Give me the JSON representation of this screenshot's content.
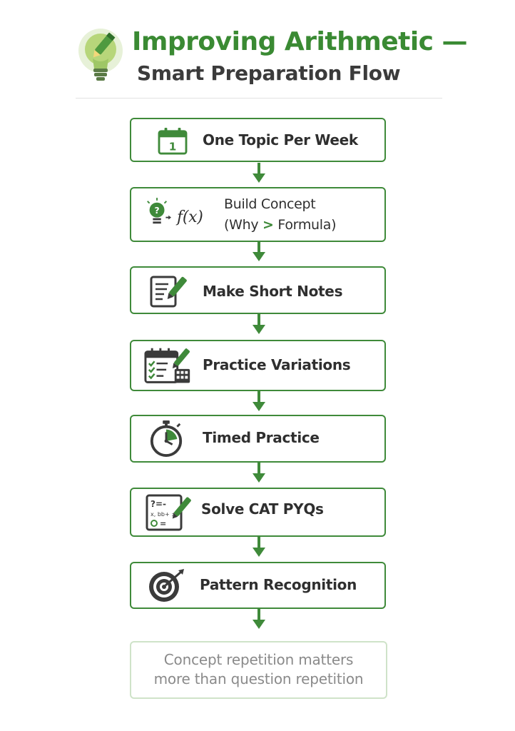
{
  "header": {
    "title_line1": "Improving Arithmetic —",
    "title_line2": "Smart Preparation Flow"
  },
  "steps": [
    {
      "label": "One Topic Per Week",
      "icon": "calendar-icon"
    },
    {
      "label_line1": "Build Concept",
      "label_line2_prefix": "(Why ",
      "label_line2_symbol": ">",
      "label_line2_suffix": " Formula)",
      "icon_formula": "f(x)",
      "icon": "lightbulb-question-icon"
    },
    {
      "label": "Make Short Notes",
      "icon": "notepad-pen-icon"
    },
    {
      "label": "Practice Variations",
      "icon": "checklist-calculator-icon"
    },
    {
      "label": "Timed Practice",
      "icon": "stopwatch-icon"
    },
    {
      "label": "Solve CAT PYQs",
      "icon": "worksheet-pen-icon",
      "icon_text1": "?=-",
      "icon_text2": "x, bb+ ±",
      "icon_text3": "="
    },
    {
      "label": "Pattern Recognition",
      "icon": "target-icon"
    }
  ],
  "footer": {
    "line1": "Concept repetition matters",
    "line2": "more than question repetition"
  },
  "colors": {
    "accent": "#3f8a3a",
    "title_green": "#3a8a33",
    "text_dark": "#2f2f2f",
    "footer_text": "#8a8a8a"
  }
}
